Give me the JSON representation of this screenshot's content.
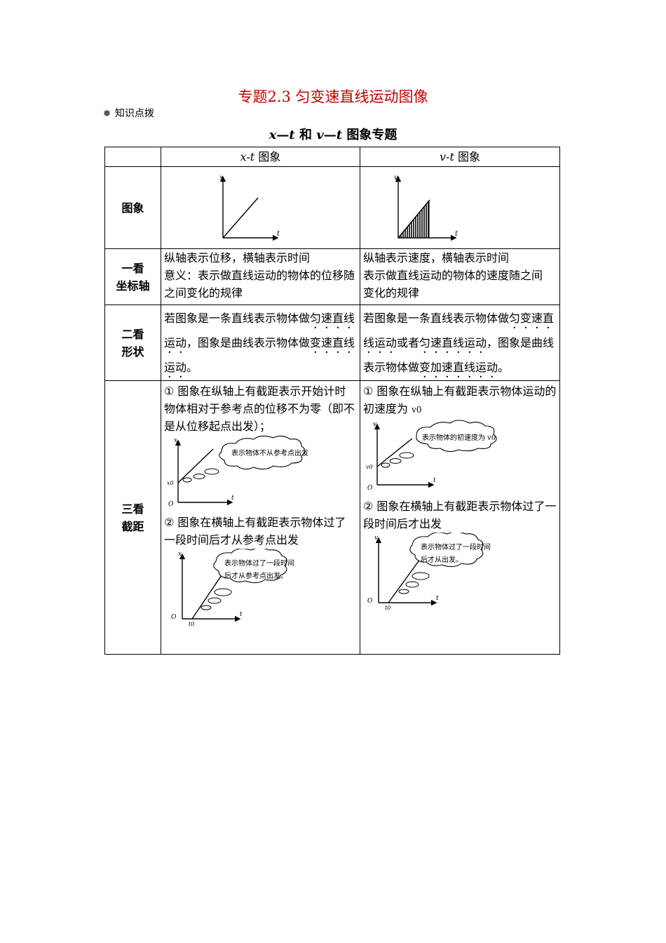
{
  "page": {
    "title": "专题2.3 匀变速直线运动图像",
    "section_label": "知识点拨",
    "table_title_prefix": "x",
    "table_title_dash1": "—",
    "table_title_t1": "t",
    "table_title_and": " 和 ",
    "table_title_v": "v",
    "table_title_dash2": "—",
    "table_title_t2": "t",
    "table_title_suffix": " 图象专题"
  },
  "table": {
    "headers": {
      "xt_var": "x-t",
      "xt_text": " 图象",
      "vt_var": "v-t",
      "vt_text": " 图象"
    },
    "rows": {
      "graph": {
        "label": "图象",
        "x_axis_x": "x",
        "x_axis_t": "t",
        "v_axis_v": "v",
        "v_axis_t": "t"
      },
      "axes": {
        "label_line1": "一看",
        "label_line2": "坐标轴",
        "xt_line1": "纵轴表示位移，横轴表示时间",
        "xt_line2": "意义：表示做直线运动的物体的位移随",
        "xt_line3": "之间变化的规律",
        "vt_line1": "纵轴表示速度，横轴表示时间",
        "vt_line2": "表示做直线运动的物体的速度随之间",
        "vt_line3": "变化的规律"
      },
      "shape": {
        "label_line1": "二看",
        "label_line2": "形状",
        "xt_p1": "若图象是一条直线表示物体做",
        "xt_e1": "匀速直线运动",
        "xt_p2": "，图象是曲线表示物体做",
        "xt_e2": "变速直线运动",
        "xt_p3": "。",
        "vt_p1": "若图象是一条直线表示物体做",
        "vt_e1": "匀变速直线运动",
        "vt_p2": "或者",
        "vt_e2": "匀速直线运动",
        "vt_p3": "，图象是曲线表示物体做",
        "vt_e3": "变加速直线运动",
        "vt_p4": "。"
      },
      "intercept": {
        "label_line1": "三看",
        "label_line2": "截距",
        "xt_text1": "① 图象在纵轴上有截距表示开始计时物体相对于参考点的位移不为零（即不是从位移起点出发）；",
        "xt_bubble1": "表示物体不从参考点出发",
        "xt_text2": "② 图象在横轴上有截距表示物体过了一段时间后才从参考点出发",
        "xt_bubble2_line1": "表示物体过了一段时间",
        "xt_bubble2_line2": "后才从参考点出发。",
        "vt_text1_a": "① 图象在纵轴上有截距表示物体运动的初速度为 ",
        "vt_text1_v0": "v0",
        "vt_bubble1": "表示物体的初速度为 v0",
        "vt_text2": "② 图象在横轴上有截距表示物体过了一段时间后才出发",
        "vt_bubble2_line1": "表示物体过了一段时间",
        "vt_bubble2_line2": "后才从出发。",
        "lbl_x": "x",
        "lbl_v": "v",
        "lbl_t": "t",
        "lbl_o": "O",
        "lbl_x0": "x0",
        "lbl_v0": "v0",
        "lbl_t0": "t0"
      }
    }
  }
}
